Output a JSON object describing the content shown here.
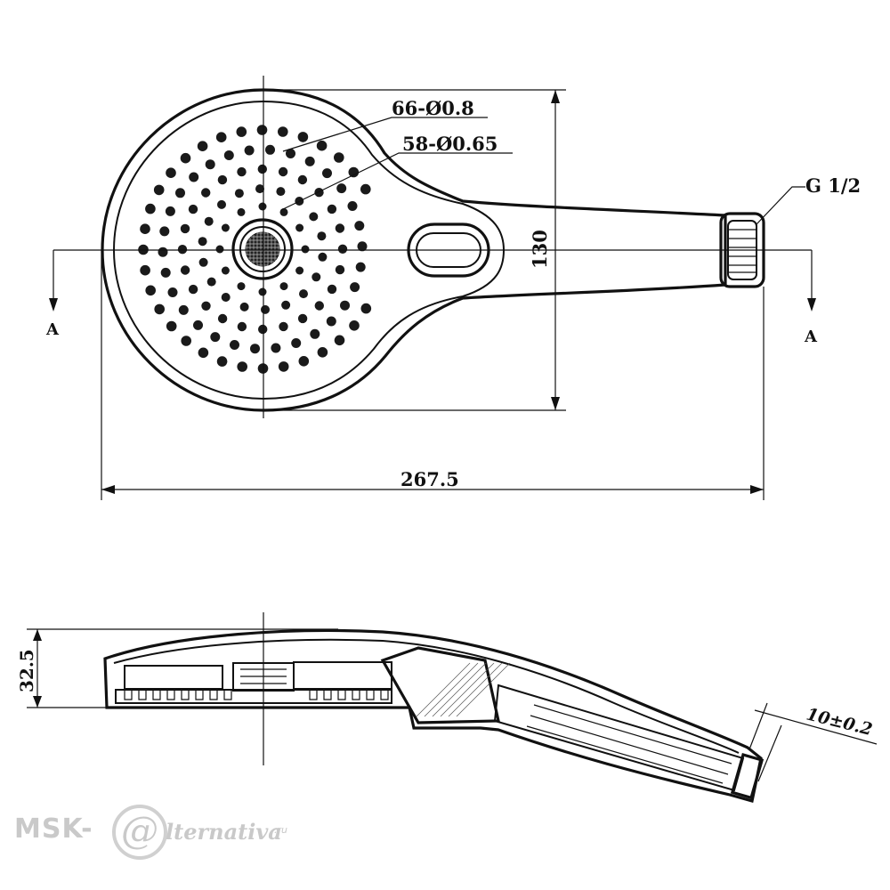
{
  "dimensions": {
    "holes_outer": "66-Ø0.8",
    "holes_inner": "58-Ø0.65",
    "thread": "G 1/2",
    "height": "130",
    "length": "267.5",
    "thickness": "32.5",
    "tolerance": "10±0.2",
    "section_left": "A",
    "section_right": "A"
  },
  "watermark": {
    "prefix": "MSK-",
    "at_glyph": "@",
    "name": "lternativa",
    "tld": ".ru"
  }
}
